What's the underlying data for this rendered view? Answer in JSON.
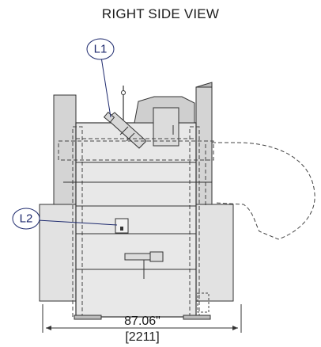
{
  "title": "RIGHT SIDE VIEW",
  "callouts": [
    {
      "label": "L1"
    },
    {
      "label": "L2"
    }
  ],
  "dimension": {
    "inches": "87.06\"",
    "mm": "[2211]"
  },
  "colors": {
    "body_fill": "#e6e6e6",
    "panel_fill": "#d4d4d4",
    "line": "#333333",
    "callout": "#1e2a6e"
  }
}
